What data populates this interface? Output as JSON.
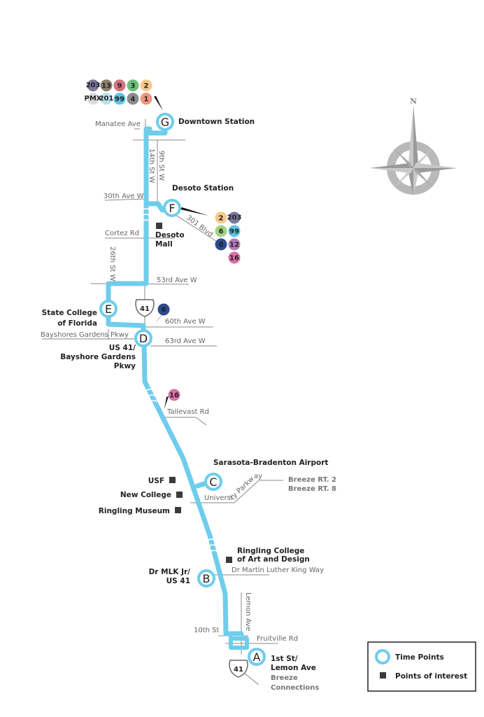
{
  "colors": {
    "route": "#6fcdeb",
    "street": "#8a8a8a",
    "poi": "#3a3a3a"
  },
  "compass": {
    "label": "N"
  },
  "timepoints": {
    "G": {
      "letter": "G",
      "name": "Downtown Station"
    },
    "F": {
      "letter": "F",
      "name": "Desoto Station"
    },
    "E": {
      "letter": "E",
      "name_1": "State College",
      "name_2": "of Florida"
    },
    "D": {
      "letter": "D",
      "name_1": "US 41/",
      "name_2": "Bayshore Gardens",
      "name_3": "Pkwy"
    },
    "C": {
      "letter": "C",
      "name": "Sarasota-Bradenton Airport",
      "note_1": "Breeze RT. 2",
      "note_2": "Breeze RT. 8"
    },
    "B": {
      "letter": "B",
      "name_1": "Dr MLK Jr/",
      "name_2": "US 41"
    },
    "A": {
      "letter": "A",
      "name_1": "1st St/",
      "name_2": "Lemon Ave",
      "note_1": "Breeze",
      "note_2": "Connections"
    }
  },
  "streets": {
    "manatee": "Manatee Ave",
    "ninth": "9th St W",
    "fourteenth": "14th St W",
    "thirtieth": "30th Ave W",
    "cortez": "Cortez Rd",
    "blvd301": "301 Blvd",
    "twentysixth": "26th St W",
    "fiftythird": "53rd Ave W",
    "sixtieth": "60th Ave W",
    "bayshores": "Bayshores Gardens Pkwy",
    "sixtythird": "63rd Ave W",
    "tallevast": "Tallevast Rd",
    "university": "University Parkway",
    "mlk": "Dr Martin Luther King Way",
    "lemon": "Lemon Ave",
    "tenth": "10th St",
    "fruitville": "Fruitville Rd"
  },
  "highway_shields": [
    "41",
    "41"
  ],
  "points_of_interest": {
    "desoto_1": "Desoto",
    "desoto_2": "Mall",
    "usf": "USF",
    "new_college": "New College",
    "ringling_museum": "Ringling Museum",
    "ringling_college_1": "Ringling College",
    "ringling_college_2": "of Art and Design"
  },
  "route_badges": {
    "downtown": [
      {
        "label": "203",
        "color": "#7b7a9c"
      },
      {
        "label": "13",
        "color": "#8f7f70"
      },
      {
        "label": "9",
        "color": "#d2737c"
      },
      {
        "label": "3",
        "color": "#6cbf7c"
      },
      {
        "label": "2",
        "color": "#f6c98c"
      },
      {
        "label": "PMX",
        "color": "#dcdcdc"
      },
      {
        "label": "201",
        "color": "#b8e2f0"
      },
      {
        "label": "99",
        "color": "#5cc6e7"
      },
      {
        "label": "4",
        "color": "#8b8b8b"
      },
      {
        "label": "1",
        "color": "#f1947c"
      }
    ],
    "desoto": [
      {
        "label": "2",
        "color": "#f6c98c"
      },
      {
        "label": "203",
        "color": "#7b7a9c"
      },
      {
        "label": "6",
        "color": "#a3d283"
      },
      {
        "label": "99",
        "color": "#5cc6e7"
      },
      {
        "label": "8",
        "color": "#2d4b8d"
      },
      {
        "label": "12",
        "color": "#b27cb9"
      },
      {
        "label": "16",
        "color": "#d96fa7"
      }
    ],
    "us41": [
      {
        "label": "8",
        "color": "#2d4b8d"
      }
    ],
    "tallevast": [
      {
        "label": "16",
        "color": "#d96fa7"
      }
    ]
  },
  "legend": {
    "time_points": "Time Points",
    "points_of_interest": "Points of interest"
  }
}
